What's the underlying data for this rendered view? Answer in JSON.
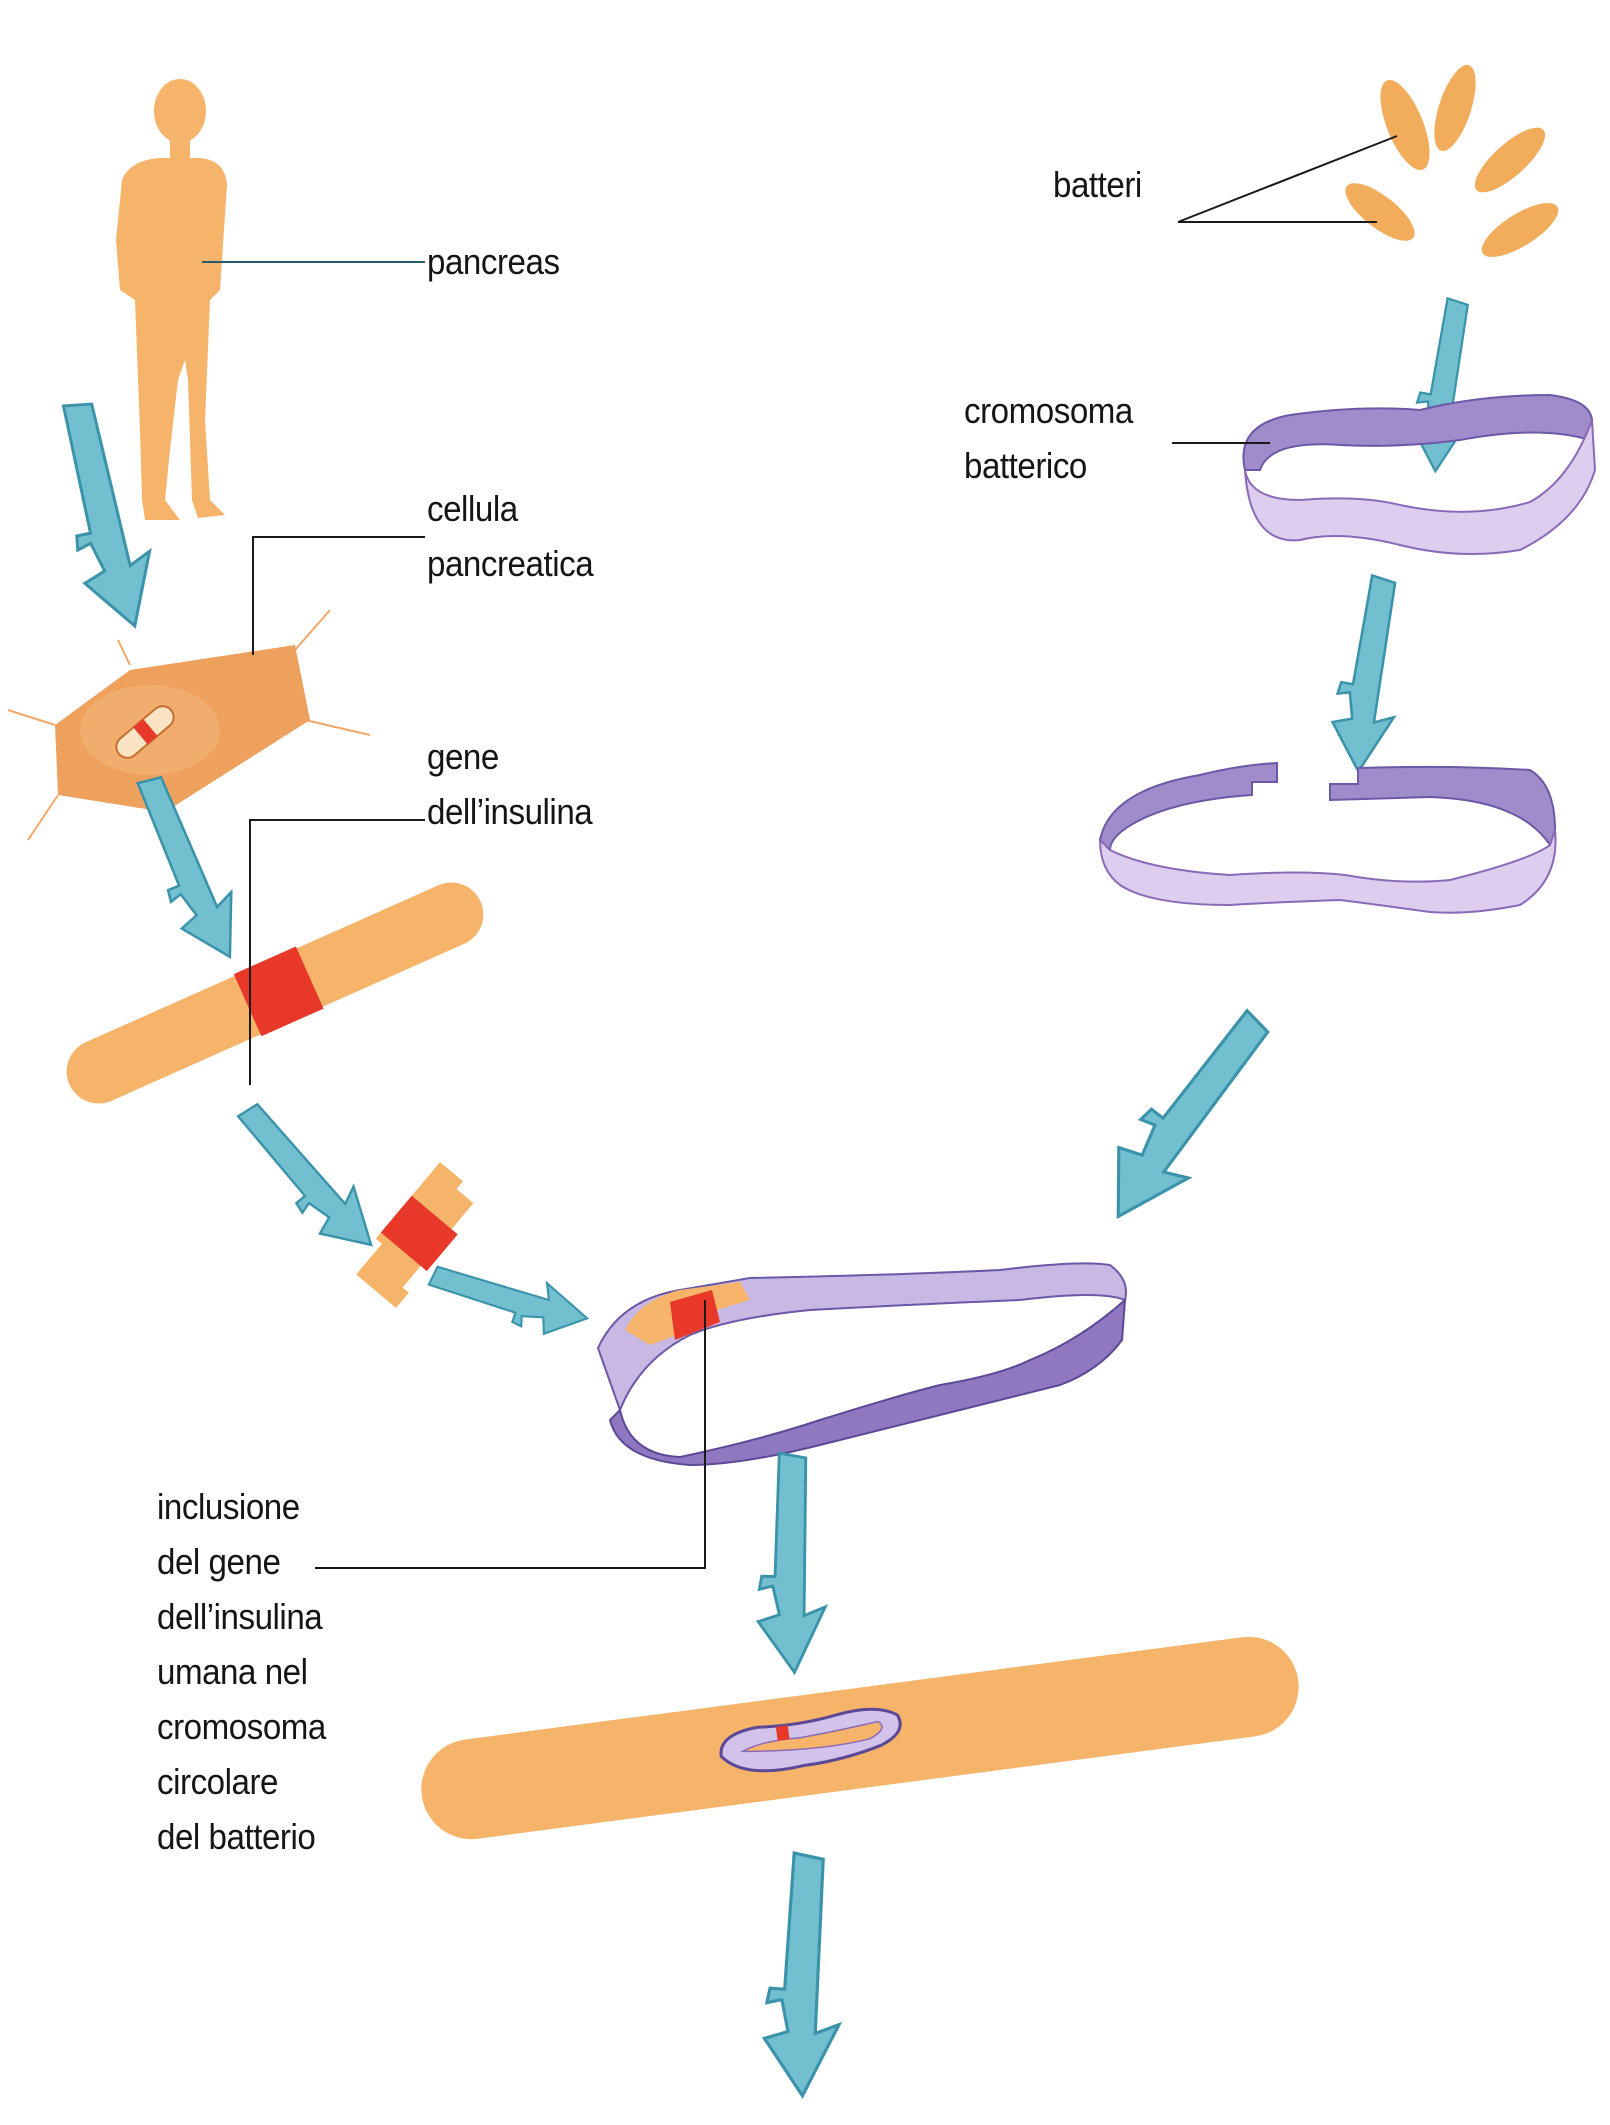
{
  "title": "Inserimento del gene dell'insulina umana nel cromosoma batterico",
  "colors": {
    "human_tissue": "#f5b46a",
    "cell_body": "#eea15c",
    "insulin_gene": "#e8382a",
    "bacterial_chromosome": "#a08ccb",
    "bacterial_chromosome_light": "#ddcdee",
    "bacterial_chromosome_dark": "#6b58a6",
    "arrow": "#72c0cf",
    "arrow_dark": "#3a93aa",
    "leader_line": "#1a1a1a"
  },
  "labels": {
    "pancreas": "pancreas",
    "cellula": [
      "cellula",
      "pancreatica"
    ],
    "gene": [
      "gene",
      "dell’insulina"
    ],
    "batteri": "batteri",
    "cromosoma": [
      "cromosoma",
      "batterico"
    ],
    "inclusione": [
      "inclusione",
      "del gene",
      "dell’insulina",
      "umana nel",
      "cromosoma",
      "circolare",
      "del batterio"
    ]
  },
  "steps_left": [
    "human",
    "pancreatic-cell",
    "chromosome-with-gene",
    "excised-gene"
  ],
  "steps_right": [
    "bacteria",
    "bacterial-chromosome",
    "cut-chromosome"
  ],
  "merge": [
    "recombinant-chromosome",
    "recombinant-bacterium"
  ]
}
